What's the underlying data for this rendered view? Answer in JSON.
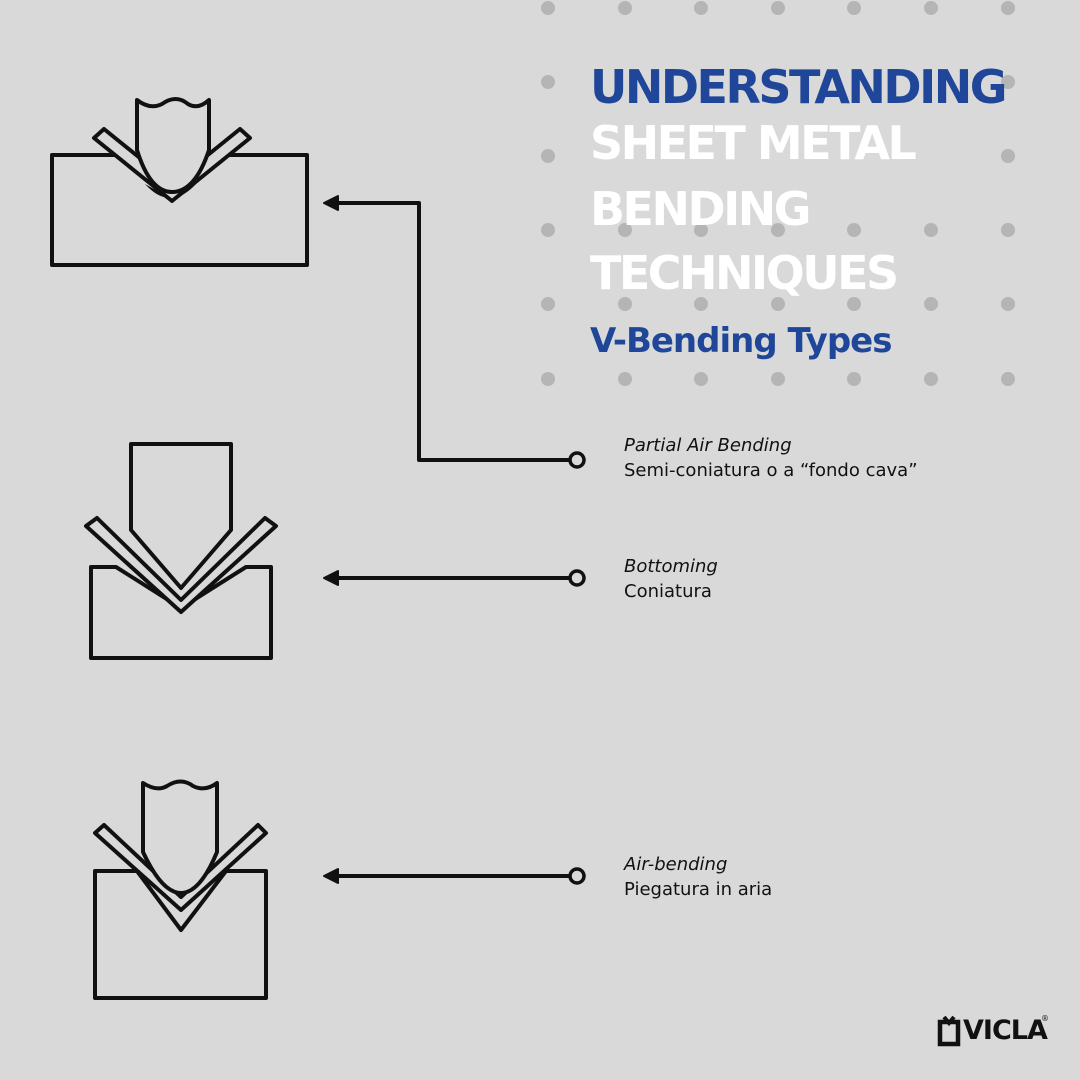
{
  "header": {
    "title_lines": [
      "UNDERSTANDING",
      "SHEET METAL",
      "BENDING",
      "TECHNIQUES"
    ],
    "subtitle": "V-Bending Types"
  },
  "colors": {
    "background": "#d9d9d9",
    "accent_blue": "#1f4698",
    "title_white": "#ffffff",
    "dot_gray": "#b5b5b5",
    "ink": "#111111"
  },
  "techniques": [
    {
      "name_en": "Partial Air Bending",
      "name_it": "Semi-coniatura o a “fondo cava”",
      "illustration": "partial-air-bending-illustration"
    },
    {
      "name_en": "Bottoming",
      "name_it": "Coniatura",
      "illustration": "bottoming-illustration"
    },
    {
      "name_en": "Air-bending",
      "name_it": "Piegatura in aria",
      "illustration": "air-bending-illustration"
    }
  ],
  "brand": {
    "name": "VICLA",
    "mark": "®"
  }
}
